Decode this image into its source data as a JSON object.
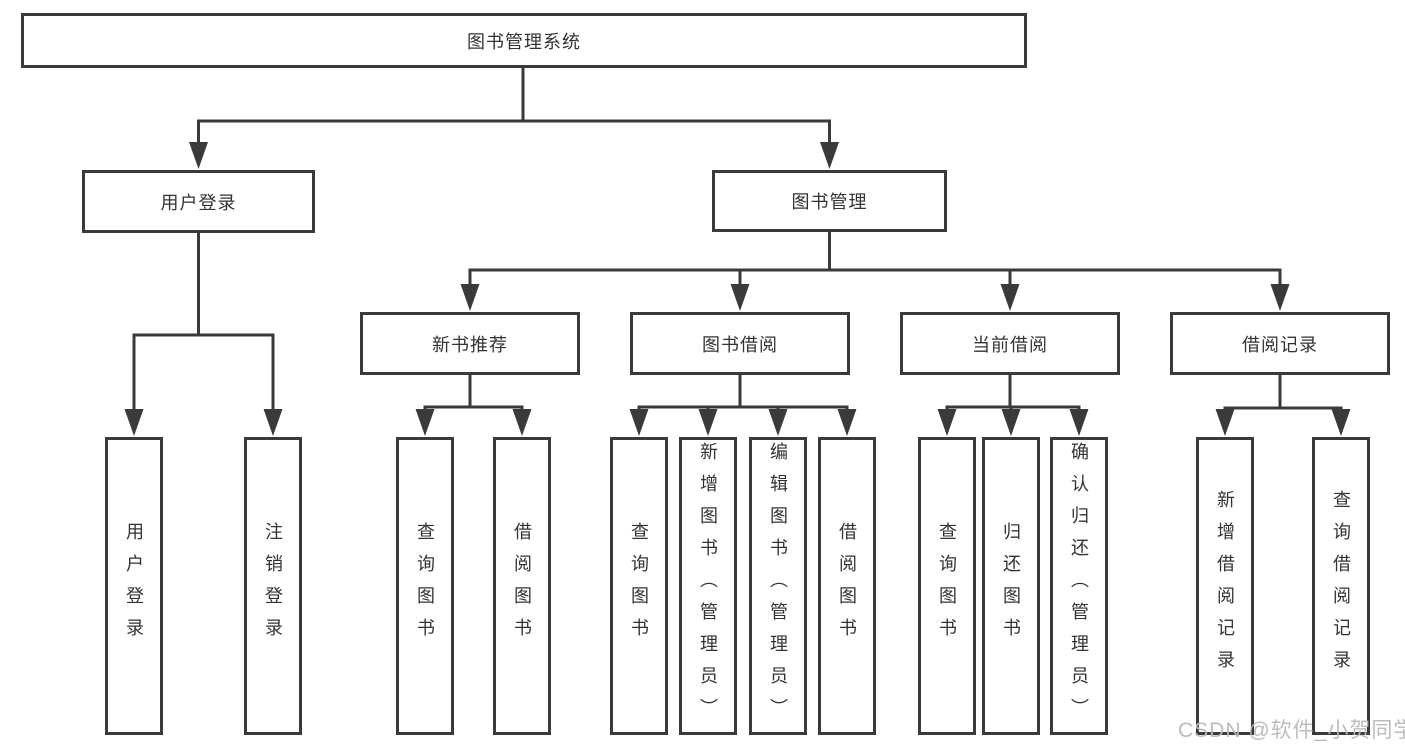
{
  "diagram": {
    "type": "hierarchy-tree",
    "colors": {
      "line": "#3a3a3a",
      "box_border": "#3a3a3a",
      "text": "#333333",
      "background": "#ffffff",
      "watermark_text": "#b9b9b9"
    },
    "watermark": "CSDN @软件_小贺同学",
    "tree": {
      "label": "图书管理系统",
      "children": [
        {
          "label": "用户登录",
          "children": [
            {
              "label": "用户登录"
            },
            {
              "label": "注销登录"
            }
          ]
        },
        {
          "label": "图书管理",
          "children": [
            {
              "label": "新书推荐",
              "children": [
                {
                  "label": "查询图书"
                },
                {
                  "label": "借阅图书"
                }
              ]
            },
            {
              "label": "图书借阅",
              "children": [
                {
                  "label": "查询图书"
                },
                {
                  "label": "新增图书（管理员）"
                },
                {
                  "label": "编辑图书（管理员）"
                },
                {
                  "label": "借阅图书"
                }
              ]
            },
            {
              "label": "当前借阅",
              "children": [
                {
                  "label": "查询图书"
                },
                {
                  "label": "归还图书"
                },
                {
                  "label": "确认归还（管理员）"
                }
              ]
            },
            {
              "label": "借阅记录",
              "children": [
                {
                  "label": "新增借阅记录"
                },
                {
                  "label": "查询借阅记录"
                }
              ]
            }
          ]
        }
      ]
    }
  }
}
